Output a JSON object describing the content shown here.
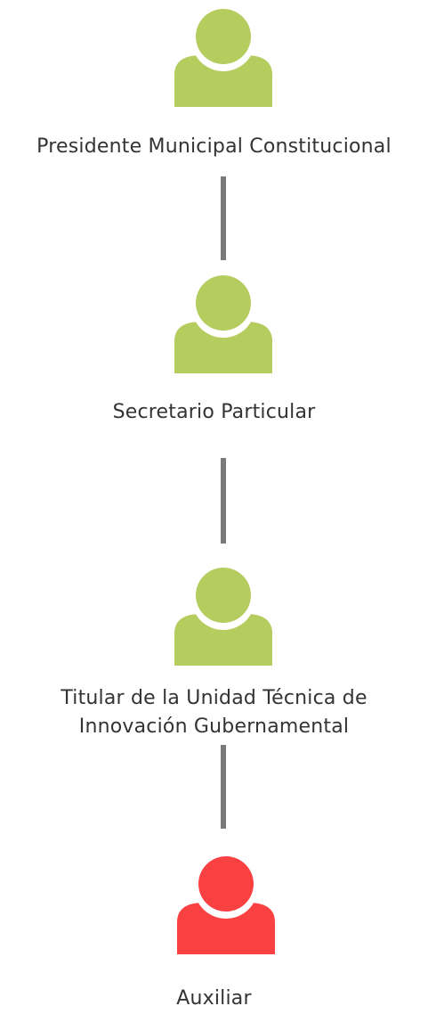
{
  "org_chart": {
    "nodes": [
      {
        "label": "Presidente Municipal Constitucional",
        "color": "#b5cc5e"
      },
      {
        "label": "Secretario Particular",
        "color": "#b5cc5e"
      },
      {
        "label_line1": "Titular de la Unidad Técnica de",
        "label_line2": "Innovación Gubernamental",
        "color": "#b5cc5e"
      },
      {
        "label": "Auxiliar",
        "color": "#fa4141"
      }
    ],
    "connector_color": "#7a7a7a"
  }
}
